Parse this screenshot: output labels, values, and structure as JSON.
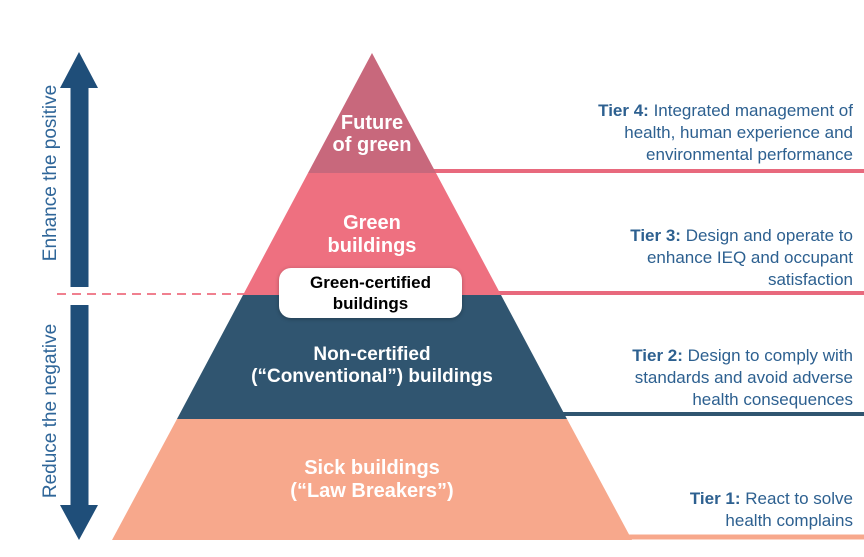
{
  "left_axis": {
    "up_label": "Enhance the positive",
    "down_label": "Reduce the negative",
    "arrow_color": "#1f4e79",
    "label_color": "#2f6699"
  },
  "pyramid": {
    "levels": [
      {
        "name": "future-of-green",
        "lines": [
          "Future",
          "of green"
        ],
        "color": "#c8687c"
      },
      {
        "name": "green-buildings",
        "lines": [
          "Green",
          "buildings"
        ],
        "color": "#ee7080"
      },
      {
        "name": "non-certified-buildings",
        "lines": [
          "Non-certified",
          "(“Conventional”) buildings"
        ],
        "color": "#305570"
      },
      {
        "name": "sick-buildings",
        "lines": [
          "Sick buildings",
          "(“Law Breakers”)"
        ],
        "color": "#f7a88c"
      }
    ],
    "callout": {
      "lines": [
        "Green-certified",
        "buildings"
      ]
    },
    "dashed_line_color": "#f0808f"
  },
  "tiers": [
    {
      "label": "Tier 4:",
      "lines": [
        "Integrated management of",
        "health, human experience and",
        "environmental performance"
      ],
      "line_color": "#e8697d"
    },
    {
      "label": "Tier 3:",
      "lines": [
        "Design and operate to",
        "enhance IEQ and occupant",
        "satisfaction"
      ],
      "line_color": "#e8697d"
    },
    {
      "label": "Tier 2:",
      "lines": [
        "Design to comply with",
        "standards and avoid adverse",
        "health consequences"
      ],
      "line_color": "#305570"
    },
    {
      "label": "Tier 1:",
      "lines": [
        "React to solve",
        "health complains"
      ],
      "line_color": "#f7a88c"
    }
  ],
  "text_color": "#2d6090"
}
